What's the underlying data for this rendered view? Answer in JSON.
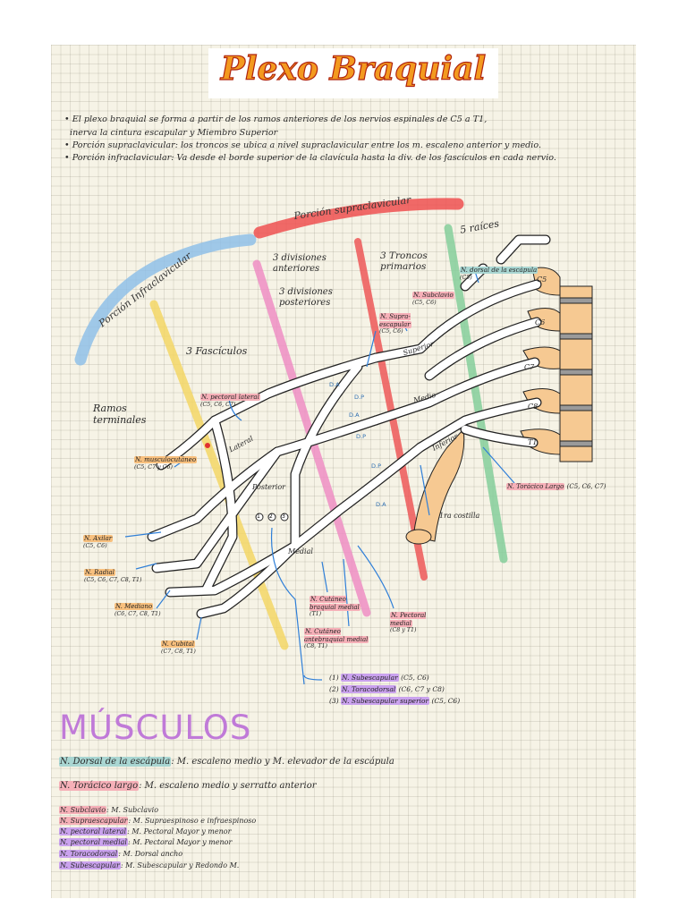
{
  "title": "Plexo Braquial",
  "intro": [
    "• El plexo braquial se forma a partir de los ramos anteriores de los nervios espinales de C5 a T1,",
    "inerva la cintura escapular y Miembro Superior",
    "• Porción supraclavicular: los troncos se ubica a nivel supraclavicular entre los m. escaleno anterior y medio.",
    "• Porción infraclavicular: Va desde el borde superior de la clavícula hasta la div. de los fascículos en cada nervio."
  ],
  "regions": {
    "infraclavicular": "Porción Infraclavicular",
    "supraclavicular": "Porción supraclavicular"
  },
  "band_labels": {
    "raices": "5 raíces",
    "troncos": "3 Troncos primarios",
    "div_anteriores": "3 divisiones anteriores",
    "div_posteriores": "3 divisiones posteriores",
    "fasciculos": "3 Fascículos",
    "ramos": "Ramos terminales"
  },
  "vertebrae": [
    "C5",
    "C6",
    "C7",
    "C8",
    "T1"
  ],
  "trunks": [
    "Superior",
    "Medio",
    "Inferior"
  ],
  "cords": [
    "Lateral",
    "Posterior",
    "Medial"
  ],
  "division_marks": [
    "D.A",
    "D.P",
    "D.A",
    "D.P",
    "D.P",
    "D.A"
  ],
  "circle_numbers": [
    "1",
    "2",
    "3"
  ],
  "rib_label": "1ra costilla",
  "nerves": {
    "dorsal_escapula": {
      "name": "N. dorsal de la escápula",
      "roots": "(C5)"
    },
    "subclavio": {
      "name": "N. Subclavio",
      "roots": "(C5, C6)"
    },
    "supraescapular": {
      "name": "N. Supra-escapular",
      "roots": "(C5, C6)"
    },
    "toracico_largo": {
      "name": "N. Torácico Largo",
      "roots": "(C5, C6, C7)"
    },
    "pectoral_lateral": {
      "name": "N. pectoral lateral",
      "roots": "(C5, C6, C7)"
    },
    "musculocutaneo": {
      "name": "N. musculocutáneo",
      "roots": "(C5, C7 y C6)"
    },
    "axilar": {
      "name": "N. Axilar",
      "roots": "(C5, C6)"
    },
    "radial": {
      "name": "N. Radial",
      "roots": "(C5, C6, C7, C8, T1)"
    },
    "mediano": {
      "name": "N. Mediano",
      "roots": "(C6, C7, C8, T1)"
    },
    "cubital": {
      "name": "N. Cubital",
      "roots": "(C7, C8, T1)"
    },
    "cut_brazo_medial": {
      "name": "N. Cutáneo braquial medial",
      "roots": "(T1)"
    },
    "cut_antebrazo_medial": {
      "name": "N. Cutáneo antebraquial medial",
      "roots": "(C8, T1)"
    },
    "pectoral_medial": {
      "name": "N. Pectoral medial",
      "roots": "(C8 y T1)"
    }
  },
  "posterior_branches": [
    {
      "num": "1",
      "name": "N. Subescapular",
      "roots": "(C5, C6)"
    },
    {
      "num": "2",
      "name": "N. Toracodorsal",
      "roots": "(C6, C7 y C8)"
    },
    {
      "num": "3",
      "name": "N. Subescapular superior",
      "roots": "(C5, C6)"
    }
  ],
  "musculos": {
    "title": "MÚSCULOS",
    "rows": [
      {
        "nerve": "N. Dorsal de la escápula",
        "muscles": ": M. escaleno medio y M. elevador de la escápula"
      },
      {
        "nerve": "N. Torácico largo",
        "muscles": ": M. escaleno medio y serratto anterior"
      },
      {
        "nerve": "N. Subclavio",
        "muscles": ": M. Subclavio"
      },
      {
        "nerve": "N. Supraescapular",
        "muscles": ": M. Supraespinoso e infraespinoso"
      },
      {
        "nerve": "N. pectoral lateral",
        "muscles": ": M. Pectoral Mayor y menor"
      },
      {
        "nerve": "N. pectoral medial",
        "muscles": ": M. Pectoral Mayor y menor"
      },
      {
        "nerve": "N. Toracodorsal",
        "muscles": ": M. Dorsal ancho"
      },
      {
        "nerve": "N. Subescapular",
        "muscles": ": M. Subescapular y Redondo M."
      }
    ]
  },
  "colors": {
    "title_fill": "#f39a1f",
    "title_outline": "#b0240f",
    "blue_band": "#8fc0e8",
    "red_band": "#ef5050",
    "yellow_band": "#f4d766",
    "pink_band": "#ef8fc4",
    "red_line": "#ee5959",
    "green_band": "#86cf9c",
    "teal_hl": "#a9d6d2",
    "pink_hl": "#f6b0b8",
    "orange_hl": "#f8c07e",
    "purple_hl": "#caa2ee",
    "vertebra": "#f6c992",
    "arrow": "#2f7fd8",
    "musculos_title": "#c07ad8"
  }
}
